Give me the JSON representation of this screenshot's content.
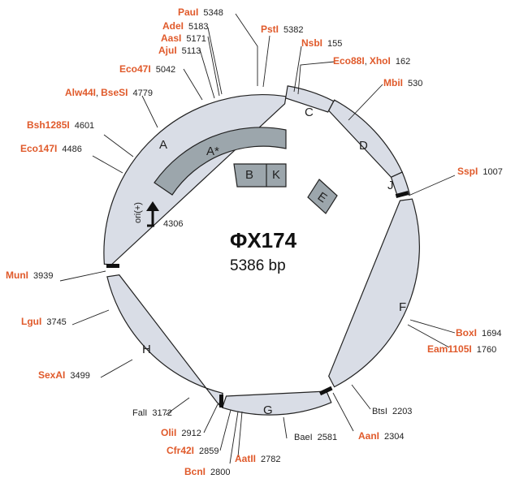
{
  "title": "ΦX174",
  "subtitle": "5386 bp",
  "origin": {
    "label": "ori(+)",
    "position": "4306"
  },
  "genes": [
    {
      "label": "A"
    },
    {
      "label": "C"
    },
    {
      "label": "D"
    },
    {
      "label": "J"
    },
    {
      "label": "F"
    },
    {
      "label": "G"
    },
    {
      "label": "H"
    }
  ],
  "inner_genes": [
    {
      "label": "A*"
    },
    {
      "label": "B"
    },
    {
      "label": "K"
    },
    {
      "label": "E"
    }
  ],
  "sites": [
    {
      "name": "PauI",
      "pos": "5348"
    },
    {
      "name": "AdeI",
      "pos": "5183"
    },
    {
      "name": "AasI",
      "pos": "5171"
    },
    {
      "name": "AjuI",
      "pos": "5113"
    },
    {
      "name": "Eco47I",
      "pos": "5042"
    },
    {
      "name": "Alw44I",
      "name2": "BseSI",
      "pos": "4779"
    },
    {
      "name": "Bsh1285I",
      "pos": "4601"
    },
    {
      "name": "Eco147I",
      "pos": "4486"
    },
    {
      "name": "MunI",
      "pos": "3939"
    },
    {
      "name": "LguI",
      "pos": "3745"
    },
    {
      "name": "SexAI",
      "pos": "3499"
    },
    {
      "name": "FalI",
      "pos": "3172"
    },
    {
      "name": "OliI",
      "pos": "2912"
    },
    {
      "name": "Cfr42I",
      "pos": "2859"
    },
    {
      "name": "BcnI",
      "pos": "2800"
    },
    {
      "name": "AatII",
      "pos": "2782"
    },
    {
      "name": "BaeI",
      "pos": "2581"
    },
    {
      "name": "AanI",
      "pos": "2304"
    },
    {
      "name": "BtsI",
      "pos": "2203"
    },
    {
      "name": "BoxI",
      "pos": "1694"
    },
    {
      "name": "Eam1105I",
      "pos": "1760"
    },
    {
      "name": "SspI",
      "pos": "1007"
    },
    {
      "name": "MbiI",
      "pos": "530"
    },
    {
      "name": "Eco88I",
      "name2": "XhoI",
      "pos": "162"
    },
    {
      "name": "NsbI",
      "pos": "155"
    },
    {
      "name": "PstI",
      "pos": "5382"
    }
  ],
  "colors": {
    "enzyme_text": "#e05a2b",
    "gene_fill": "#d9dde6",
    "inner_gene_fill": "#9ca6ac",
    "outline": "#222222"
  }
}
